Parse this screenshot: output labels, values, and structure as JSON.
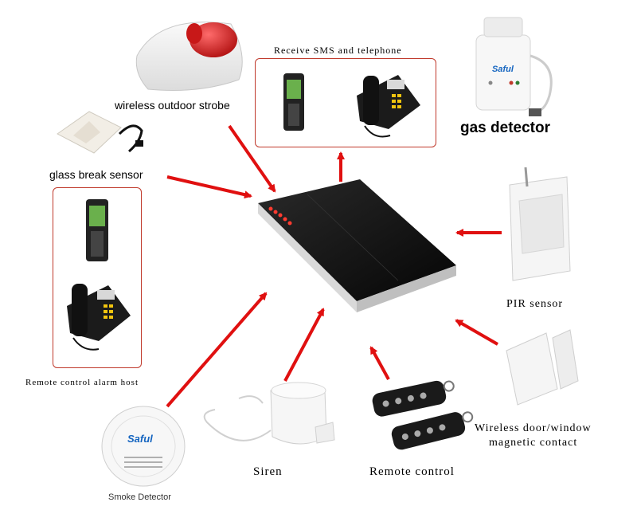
{
  "labels": {
    "strobe": "wireless outdoor strobe",
    "sms_box_title": "Receive SMS and telephone",
    "gas": "gas detector",
    "glass": "glass break sensor",
    "pir": "PIR sensor",
    "remote_host": "Remote control alarm host",
    "door_line1": "Wireless door/window",
    "door_line2": "magnetic contact",
    "siren": "Siren",
    "remote": "Remote control",
    "smoke": "Smoke Detector",
    "brand": "Saful"
  },
  "colors": {
    "arrow": "#e01010",
    "box_border": "#c0392b",
    "host_body": "#111111"
  },
  "icons": [
    "strobe-icon",
    "gas-detector-icon",
    "glass-break-sensor-icon",
    "mobile-phone-icon",
    "desk-telephone-icon",
    "alarm-host-icon",
    "pir-sensor-icon",
    "door-contact-icon",
    "siren-icon",
    "remote-control-icon",
    "smoke-detector-icon"
  ]
}
